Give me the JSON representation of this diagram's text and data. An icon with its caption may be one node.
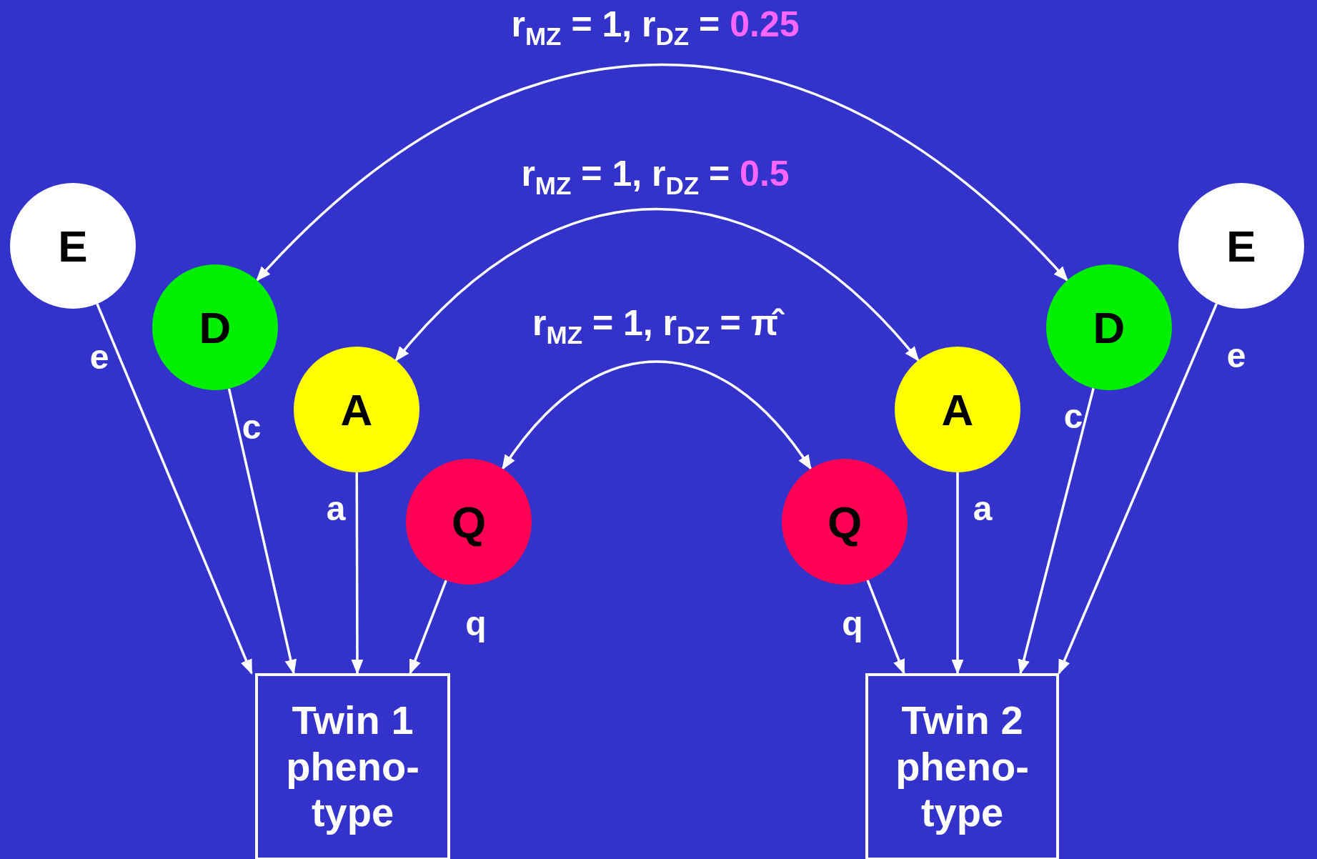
{
  "diagram": {
    "nodes": [
      {
        "text": [
          "E"
        ]
      },
      {
        "text": [
          "D"
        ]
      },
      {
        "text": [
          "A"
        ]
      },
      {
        "text": [
          "Q"
        ]
      },
      {
        "text": [
          "Q"
        ]
      },
      {
        "text": [
          "A"
        ]
      },
      {
        "text": [
          "D"
        ]
      },
      {
        "text": [
          "E"
        ]
      },
      {
        "text": [
          "Twin 1 pheno- type"
        ]
      },
      {
        "text": [
          "Twin 2 pheno- type"
        ]
      }
    ],
    "edges": [
      {
        "from": 0,
        "to": 8,
        "arrow": "to",
        "label": "e"
      },
      {
        "from": 1,
        "to": 8,
        "arrow": "to",
        "label": "c"
      },
      {
        "from": 2,
        "to": 8,
        "arrow": "to",
        "label": "a"
      },
      {
        "from": 3,
        "to": 8,
        "arrow": "to",
        "label": "q"
      },
      {
        "from": 4,
        "to": 9,
        "arrow": "to",
        "label": "q"
      },
      {
        "from": 5,
        "to": 9,
        "arrow": "to",
        "label": "a"
      },
      {
        "from": 6,
        "to": 9,
        "arrow": "to",
        "label": "c"
      },
      {
        "from": 7,
        "to": 9,
        "arrow": "to",
        "label": "e"
      },
      {
        "from": 1,
        "to": 6,
        "arrow": "both",
        "label": "r$_{MZ}$ = 1, r$_{DZ}$ = 0.25"
      },
      {
        "from": 2,
        "to": 5,
        "arrow": "both",
        "label": "r$_{MZ}$ = 1, r$_{DZ}$ = 0.5"
      },
      {
        "from": 3,
        "to": 4,
        "arrow": "both",
        "label": "r$_{MZ}$ = 1, r$_{DZ}$ = π̂"
      }
    ]
  }
}
